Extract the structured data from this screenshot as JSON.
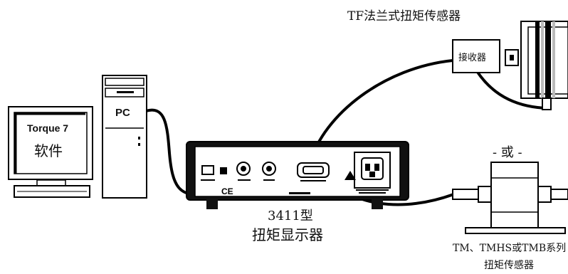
{
  "labels": {
    "tf_sensor": "TF法兰式扭矩传感器",
    "receiver": "接收器",
    "or": "- 或 -",
    "pc": "PC",
    "torque7": "Torque 7",
    "software": "软件",
    "display_model": "3411型",
    "display_name": "扭矩显示器",
    "tm_series": "TM、TMHS或TMB系列",
    "tm_sensor": "扭矩传感器",
    "ce_mark": "CE"
  },
  "colors": {
    "outline": "#000000",
    "panel": "#111111",
    "metal": "#cfcfcf",
    "light": "#ffffff"
  }
}
